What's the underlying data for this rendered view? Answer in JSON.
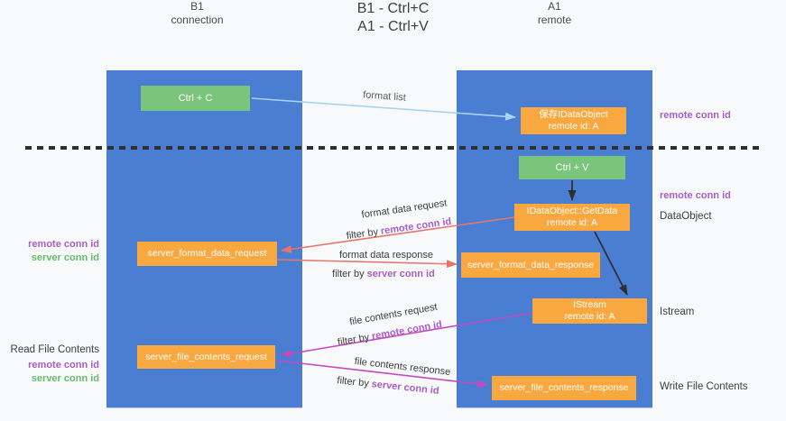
{
  "title": {
    "line1": "B1 - Ctrl+C",
    "line2": "A1 - Ctrl+V"
  },
  "lifelines": {
    "left": {
      "name": "B1",
      "role": "connection"
    },
    "right": {
      "name": "A1",
      "role": "remote"
    }
  },
  "boxes": {
    "ctrl_c": {
      "label": "Ctrl + C"
    },
    "ctrl_v": {
      "label": "Ctrl + V"
    },
    "save_dataobject": {
      "line1": "保存IDataObject",
      "line2": "remote id: A"
    },
    "getdata": {
      "line1": "IDataObject::GetData",
      "line2": "remote id: A"
    },
    "istream": {
      "line1": "IStream",
      "line2": "remote id: A"
    },
    "server_format_data_request": {
      "label": "server_format_data_request"
    },
    "server_format_data_response": {
      "label": "server_format_data_response"
    },
    "server_file_contents_request": {
      "label": "server_file_contents_request"
    },
    "server_file_contents_response": {
      "label": "server_file_contents_response"
    }
  },
  "flows": {
    "format_list": {
      "label": "format list"
    },
    "format_data_request": {
      "label": "format data request",
      "filter_prefix": "filter by",
      "filter_value": "remote conn id"
    },
    "format_data_response": {
      "label": "format data response",
      "filter_prefix": "filter by",
      "filter_value": "server conn id"
    },
    "file_contents_request": {
      "label": "file contents request",
      "filter_prefix": "filter by",
      "filter_value": "remote conn id"
    },
    "file_contents_response": {
      "label": "file contents response",
      "filter_prefix": "filter by",
      "filter_value": "server conn id"
    }
  },
  "annotations": {
    "right_format_phase_conn_id": "remote conn id",
    "right_data_phase_conn_id": "remote conn id",
    "right_dataobject": "DataObject",
    "right_istream": "Istream",
    "right_write_file_contents": "Write File Contents",
    "left_format_remote_conn_id": "remote conn id",
    "left_format_server_conn_id": "server conn id",
    "left_read_file_contents": "Read File Contents",
    "left_file_remote_conn_id": "remote conn id",
    "left_file_server_conn_id": "server conn id"
  },
  "colors": {
    "background": "#f8f9fa",
    "lifeline_blue": "#4a7ed2",
    "box_orange": "#f9a840",
    "box_green": "#7ac47c",
    "arrow_blue": "#a9d4f0",
    "arrow_red": "#e8756b",
    "arrow_magenta": "#c24ac2",
    "arrow_black": "#2f2f2f",
    "text_purple": "#a85dc8",
    "text_green": "#66bb6a",
    "text_dark": "#3d3d3d"
  }
}
